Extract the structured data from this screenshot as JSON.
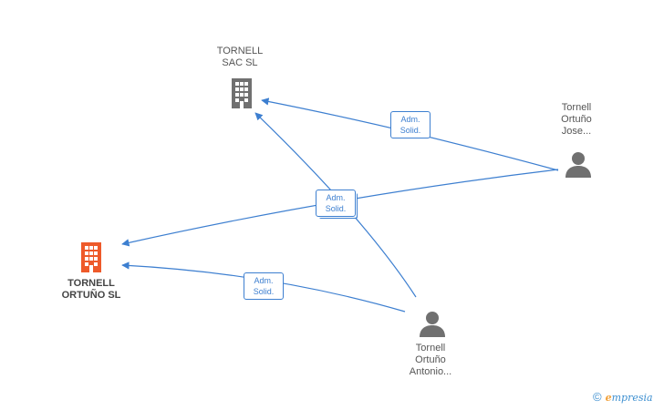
{
  "nodes": {
    "tornell_sac": {
      "label_lines": [
        "TORNELL",
        "SAC SL"
      ],
      "type": "company",
      "icon": "building-icon",
      "color": "#707070"
    },
    "tornell_ortuno_sl": {
      "label_lines": [
        "TORNELL",
        "ORTUÑO SL"
      ],
      "type": "company",
      "icon": "building-icon",
      "color": "#ee5a2a"
    },
    "jose": {
      "label_lines": [
        "Tornell",
        "Ortuño",
        "Jose..."
      ],
      "type": "person",
      "icon": "person-icon",
      "color": "#707070"
    },
    "antonio": {
      "label_lines": [
        "Tornell",
        "Ortuño",
        "Antonio..."
      ],
      "type": "person",
      "icon": "person-icon",
      "color": "#707070"
    }
  },
  "edges": [
    {
      "from": "jose",
      "to": "tornell_sac",
      "label_lines": [
        "Adm.",
        "Solid."
      ]
    },
    {
      "from": "jose",
      "to": "tornell_ortuno_sl",
      "label_lines": [
        "Adm.",
        "Solid."
      ]
    },
    {
      "from": "antonio",
      "to": "tornell_sac",
      "label_lines": [
        "Adm.",
        "Solid."
      ]
    },
    {
      "from": "antonio",
      "to": "tornell_ortuno_sl",
      "label_lines": [
        "Adm.",
        "Solid."
      ]
    }
  ],
  "colors": {
    "edge": "#3d7fd0",
    "node_gray": "#707070",
    "node_highlight": "#ee5a2a"
  },
  "watermark": {
    "copyright": "©",
    "brand_initial": "e",
    "brand_rest": "mpresia"
  }
}
